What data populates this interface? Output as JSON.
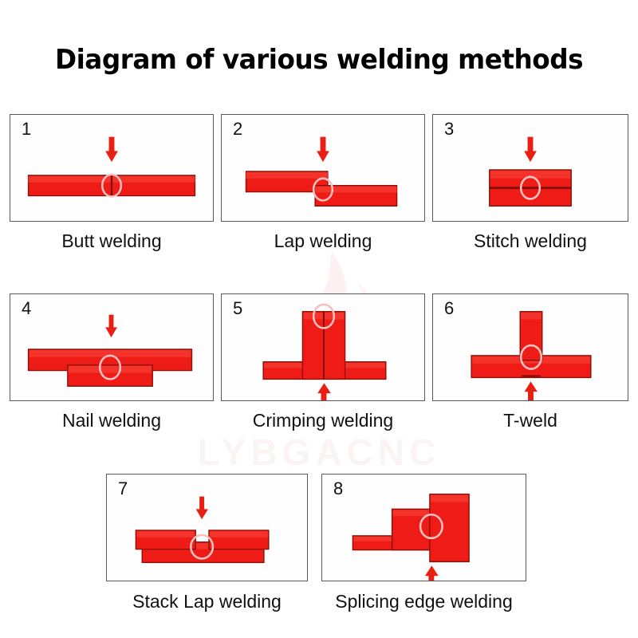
{
  "page": {
    "title": "Diagram of various welding methods",
    "background_color": "#ffffff",
    "watermark_text": "LYBGACNC"
  },
  "colors": {
    "part_fill": "#ee1b16",
    "part_fill_light": "#f22a22",
    "part_stroke": "#8c1008",
    "seam": "#8c1008",
    "arrow": "#e81f12",
    "weld_circle": "#f6bfc0",
    "panel_border": "#5a5a5a",
    "text": "#111111",
    "watermark": "#fbf4f4"
  },
  "rows": [
    {
      "panels": [
        {
          "number": "1",
          "caption": "Butt welding",
          "figure": "butt-welding",
          "arrow": "down"
        },
        {
          "number": "2",
          "caption": "Lap welding",
          "figure": "lap-welding",
          "arrow": "down"
        },
        {
          "number": "3",
          "caption": "Stitch welding",
          "figure": "stitch-welding",
          "arrow": "down"
        }
      ]
    },
    {
      "panels": [
        {
          "number": "4",
          "caption": "Nail welding",
          "figure": "nail-welding",
          "arrow": "down"
        },
        {
          "number": "5",
          "caption": "Crimping welding",
          "figure": "crimping-welding",
          "arrow": "up"
        },
        {
          "number": "6",
          "caption": "T-weld",
          "figure": "t-weld",
          "arrow": "up"
        }
      ]
    },
    {
      "panels": [
        {
          "number": "7",
          "caption": "Stack Lap welding",
          "figure": "stack-lap-welding",
          "arrow": "down"
        },
        {
          "number": "8",
          "caption": "Splicing edge welding",
          "figure": "splicing-edge-welding",
          "arrow": "up"
        }
      ]
    }
  ]
}
